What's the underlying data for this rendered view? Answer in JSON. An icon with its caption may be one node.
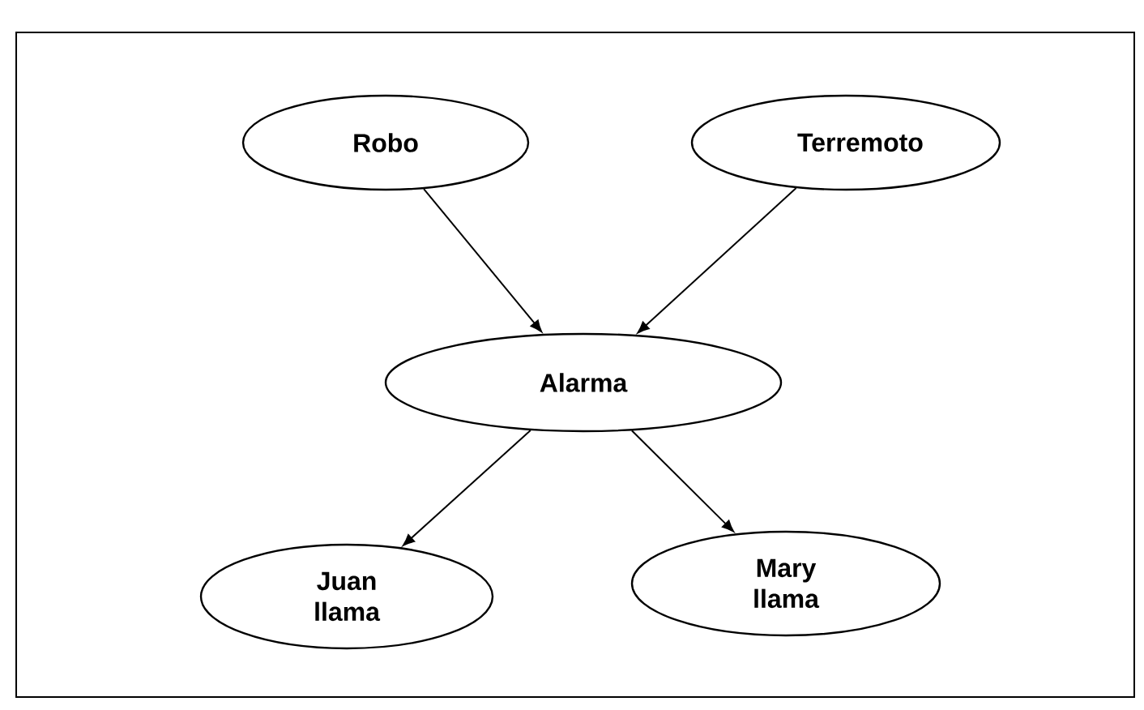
{
  "diagram": {
    "nodes": [
      {
        "text": [
          "Robo"
        ]
      },
      {
        "text": [
          "Terremoto"
        ]
      },
      {
        "text": [
          "Alarma"
        ]
      },
      {
        "text": [
          "Juan llama"
        ]
      },
      {
        "text": [
          "Mary llama"
        ]
      }
    ],
    "edges": [
      {
        "from": 0,
        "to": 2,
        "arrow": "to"
      },
      {
        "from": 1,
        "to": 2,
        "arrow": "to"
      },
      {
        "from": 2,
        "to": 3,
        "arrow": "to"
      },
      {
        "from": 2,
        "to": 4,
        "arrow": "to"
      }
    ]
  }
}
